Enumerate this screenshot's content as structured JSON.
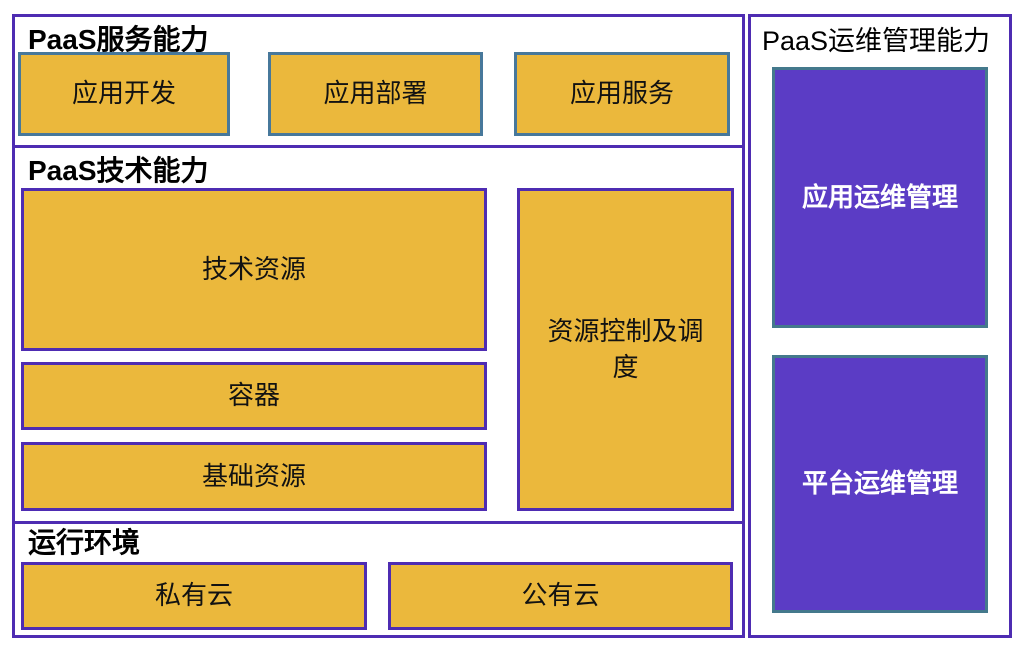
{
  "colors": {
    "orange_fill": "#EBB83C",
    "steel_border": "#47789B",
    "teal_border": "#44798C",
    "purple_border": "#4E2CB2",
    "purple_fill": "#5B3CC5"
  },
  "left_panel": {
    "sections": [
      {
        "title": "PaaS服务能力",
        "boxes": [
          {
            "label": "应用开发"
          },
          {
            "label": "应用部署"
          },
          {
            "label": "应用服务"
          }
        ]
      },
      {
        "title": "PaaS技术能力",
        "boxes": [
          {
            "label": "技术资源"
          },
          {
            "label": "容器"
          },
          {
            "label": "基础资源"
          },
          {
            "label": "资源控制及调度"
          }
        ]
      },
      {
        "title": "运行环境",
        "boxes": [
          {
            "label": "私有云"
          },
          {
            "label": "公有云"
          }
        ]
      }
    ]
  },
  "right_panel": {
    "title": "PaaS运维管理能力",
    "boxes": [
      {
        "label": "应用运维管理"
      },
      {
        "label": "平台运维管理"
      }
    ]
  }
}
